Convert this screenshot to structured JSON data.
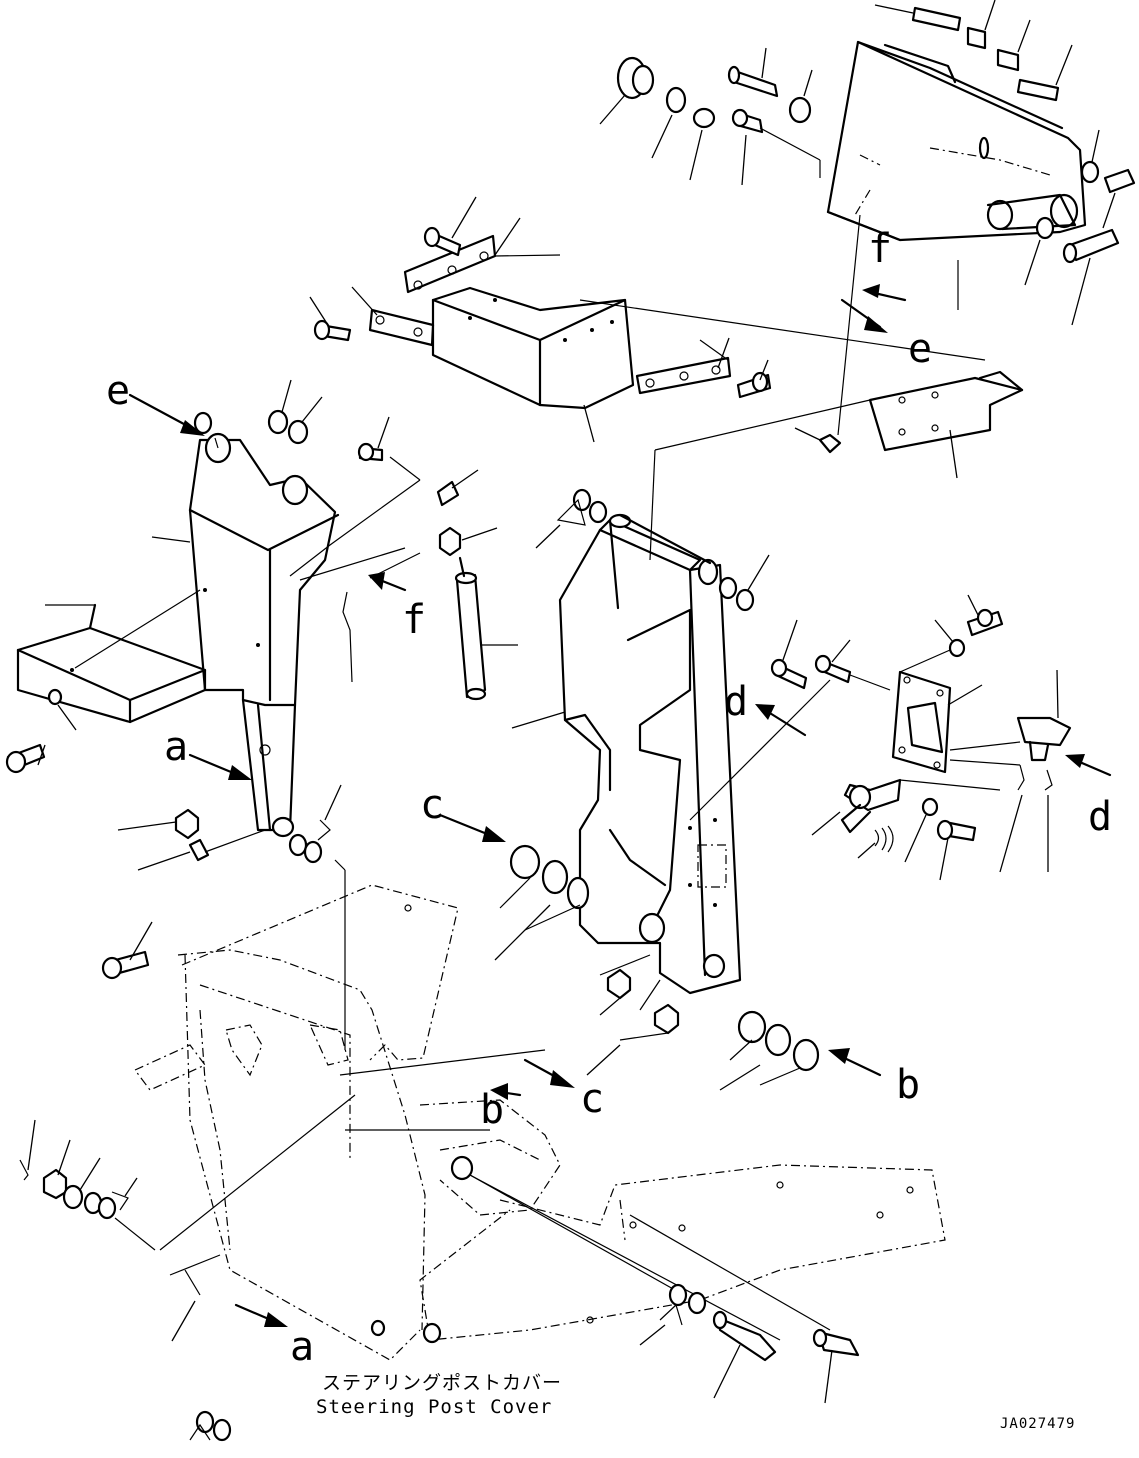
{
  "view_letters": {
    "a1": "a",
    "a2": "a",
    "b1": "b",
    "b2": "b",
    "c1": "c",
    "c2": "c",
    "d1": "d",
    "d2": "d",
    "e1": "e",
    "e2": "e",
    "f1": "f",
    "f2": "f"
  },
  "caption": {
    "japanese": "ステアリングポストカバー",
    "english": "Steering Post Cover"
  },
  "drawing_code": "JA027479"
}
